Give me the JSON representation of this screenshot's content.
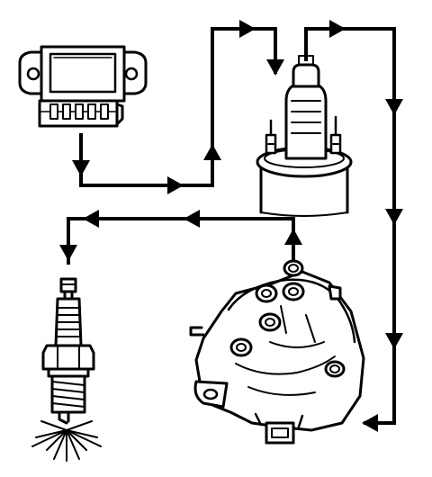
{
  "diagram": {
    "components": [
      {
        "id": "ignition-module",
        "icon": "ignition-control-module-icon"
      },
      {
        "id": "ignition-coil",
        "icon": "ignition-coil-icon"
      },
      {
        "id": "distributor",
        "icon": "distributor-icon"
      },
      {
        "id": "spark-plug",
        "icon": "spark-plug-icon"
      }
    ],
    "colors": {
      "ink": "#000000",
      "background": "#ffffff"
    },
    "flow_direction": "module-to-coil-to-distributor-to-plug"
  }
}
